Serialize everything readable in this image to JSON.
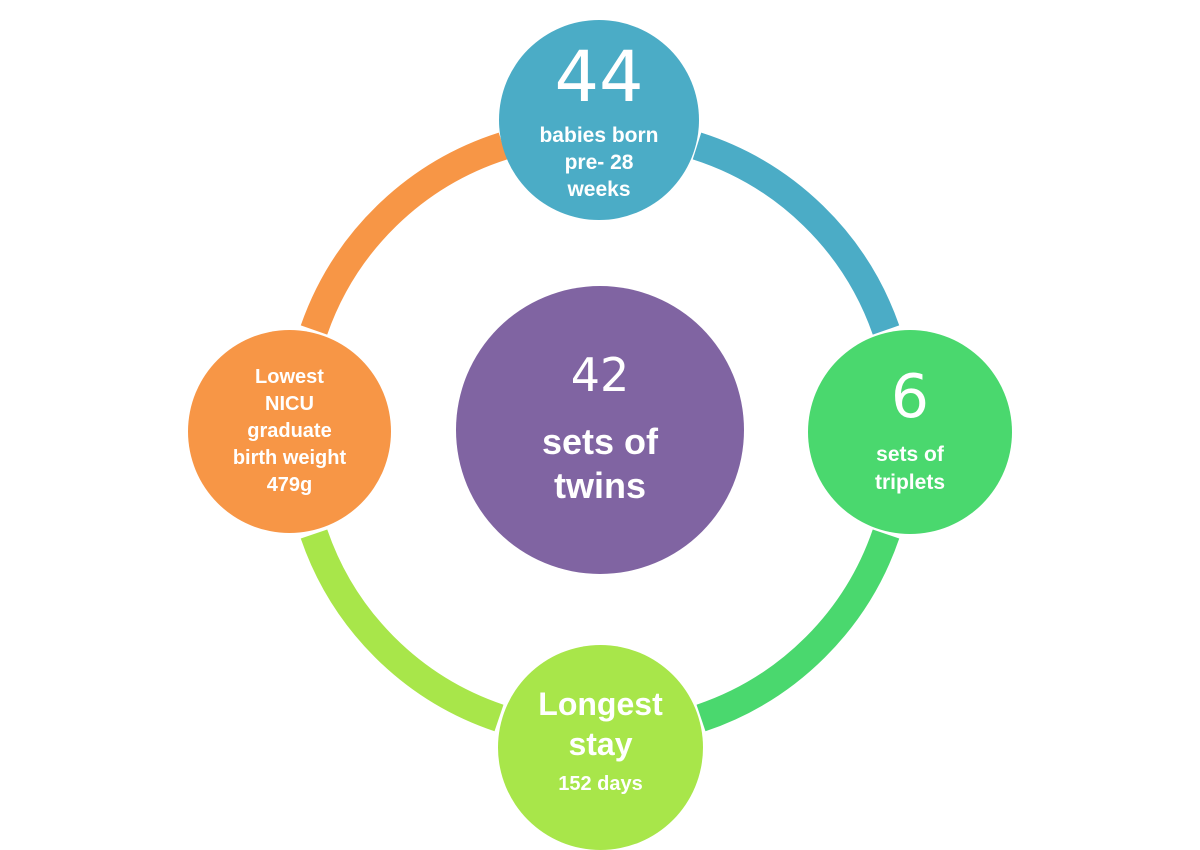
{
  "diagram": {
    "colors": {
      "top": "#4BACC6",
      "right": "#4AD86E",
      "bottom": "#A8E64A",
      "left": "#F79646",
      "center": "#8064A2",
      "background": "#FFFFFF"
    },
    "top_node": {
      "number": "44",
      "label": "babies born\npre- 28\nweeks"
    },
    "right_node": {
      "number": "6",
      "label": "sets of\ntriplets"
    },
    "bottom_node": {
      "title": "Longest\nstay",
      "value": "152 days"
    },
    "left_node": {
      "label": "Lowest\nNICU\ngraduate\nbirth weight\n479g"
    },
    "center_node": {
      "number": "42",
      "label": "sets of\ntwins"
    }
  }
}
